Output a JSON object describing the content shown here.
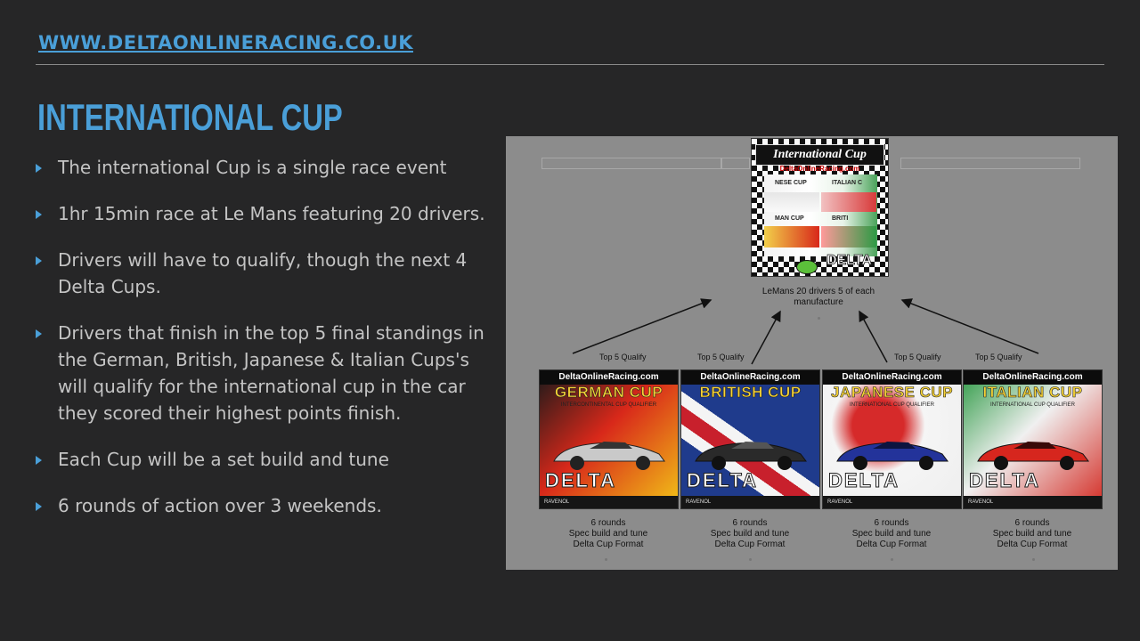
{
  "header": {
    "site_url": "WWW.DELTAONLINERACING.CO.UK",
    "title": "INTERNATIONAL CUP"
  },
  "bullets": [
    "The international Cup is a single race event",
    "1hr 15min race at Le Mans featuring 20 drivers.",
    "Drivers will have to qualify, though the next 4 Delta Cups.",
    "Drivers that finish in the top 5 final standings in the German, British, Japanese & Italian Cups's will qualify for the international cup in the car they scored their highest points finish.",
    "Each Cup will be a set build and tune",
    "6 rounds of action over 3 weekends."
  ],
  "colors": {
    "background": "#262627",
    "accent": "#4a9fd8",
    "body_text": "#c4c4c4",
    "figure_background": "#8c8c8c"
  },
  "figure": {
    "top_poster": {
      "title": "International Cup",
      "url": "DeltaOnlineRacing.com",
      "mini_labels": [
        "NESE CUP",
        "ITALIAN C",
        "MAN CUP",
        "BRITI"
      ],
      "brand": "DELTA"
    },
    "main_caption_line1": "LeMans 20 drivers 5 of each",
    "main_caption_line2": "manufacture",
    "qualify_labels": [
      "Top 5 Qualify",
      "Top 5 Qualify",
      "Top 5 Qualify",
      "Top 5 Qualify"
    ],
    "cups": [
      {
        "site": "DeltaOnlineRacing.com",
        "title": "GERMAN CUP",
        "subtitle": "INTERCONTINENTAL CUP QUALIFIER",
        "brand": "DELTA",
        "sponsor": "RAVENOL",
        "caption": [
          "6 rounds",
          "Spec build and tune",
          "Delta Cup Format"
        ],
        "flag_colors": [
          "#1a1a1a",
          "#d8281a",
          "#f2c417"
        ],
        "car_color": "#c9c9c9"
      },
      {
        "site": "DeltaOnlineRacing.com",
        "title": "BRITISH CUP",
        "subtitle": "",
        "brand": "DELTA",
        "sponsor": "RAVENOL",
        "caption": [
          "6 rounds",
          "Spec build and tune",
          "Delta Cup Format"
        ],
        "flag_colors": [
          "#1f3b8c",
          "#f4f4f4",
          "#c8202c"
        ],
        "car_color": "#2a2a2a"
      },
      {
        "site": "DeltaOnlineRacing.com",
        "title": "JAPANESE CUP",
        "subtitle": "INTERNATIONAL CUP QUALIFIER",
        "brand": "DELTA",
        "sponsor": "RAVENOL",
        "caption": [
          "6 rounds",
          "Spec build and tune",
          "Delta Cup Format"
        ],
        "flag_colors": [
          "#f5f5f5",
          "#d62a2a",
          "#eeeeee"
        ],
        "car_color": "#23339a"
      },
      {
        "site": "DeltaOnlineRacing.com",
        "title": "ITALIAN CUP",
        "subtitle": "INTERNATIONAL CUP QUALIFIER",
        "brand": "DELTA",
        "sponsor": "RAVENOL",
        "caption": [
          "6 rounds",
          "Spec build and tune",
          "Delta Cup Format"
        ],
        "flag_colors": [
          "#2e9a45",
          "#f0f0f0",
          "#d32a22"
        ],
        "car_color": "#d6261e"
      }
    ]
  }
}
